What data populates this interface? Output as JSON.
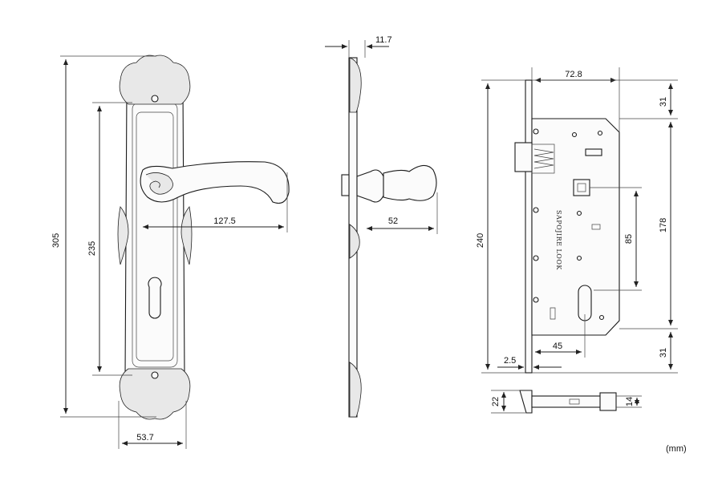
{
  "colors": {
    "ink": "#1a1a1a",
    "background": "#ffffff"
  },
  "units": "(mm)",
  "front_view": {
    "overall_height": "305",
    "inner_height": "235",
    "handle_projection": "127.5",
    "plate_width": "53.7"
  },
  "side_view": {
    "plate_thickness": "11.7",
    "handle_depth": "52"
  },
  "lock_body": {
    "width": "72.8",
    "top_offset": "31",
    "height": "240",
    "center_span": "178",
    "bottom_offset": "31",
    "handle_to_cylinder": "85",
    "backset": "45",
    "faceplate_thickness": "2.5",
    "brand_text": "SAPOJIRE LOOK"
  },
  "latch_detail": {
    "height": "22",
    "bolt_height": "14"
  }
}
